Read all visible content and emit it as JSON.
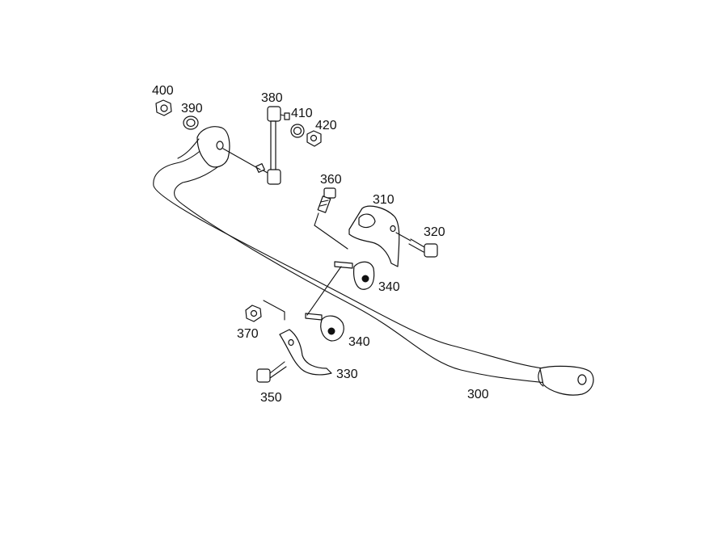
{
  "callouts": {
    "p300": "300",
    "p310": "310",
    "p320": "320",
    "p330": "330",
    "p340a": "340",
    "p340b": "340",
    "p350": "350",
    "p360": "360",
    "p370": "370",
    "p380": "380",
    "p390": "390",
    "p400": "400",
    "p410": "410",
    "p420": "420"
  }
}
